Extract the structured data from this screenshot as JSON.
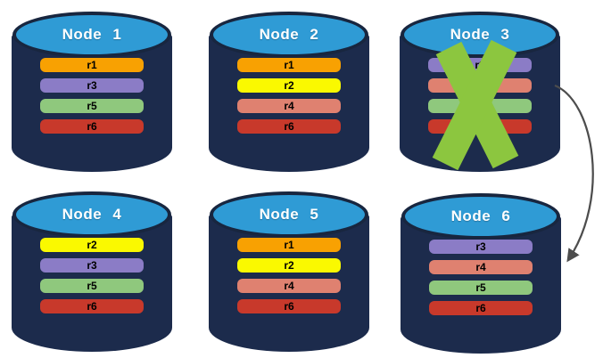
{
  "styles": {
    "canvas_bg": "#FFFFFF",
    "cylinder_body_color": "#1C2B4C",
    "cylinder_top_color": "#2F9BD5",
    "cylinder_top_border_color": "#18263F",
    "failure_x_color": "#8CC63F",
    "arrow_color": "#4D4D4D",
    "bar_text_color": "#000000",
    "title_text_color": "#FFFFFF"
  },
  "replica_colors": {
    "r1": "#F8A102",
    "r2": "#FAF900",
    "r3": "#8B7CC6",
    "r4": "#DF8170",
    "r5": "#8FC87D",
    "r6": "#C8392B"
  },
  "nodes": [
    {
      "name": "Node 1",
      "replicas": [
        "r1",
        "r3",
        "r5",
        "r6"
      ],
      "failed": false
    },
    {
      "name": "Node 2",
      "replicas": [
        "r1",
        "r2",
        "r4",
        "r6"
      ],
      "failed": false
    },
    {
      "name": "Node 3",
      "replicas": [
        "r3",
        "r4",
        "r5",
        "r6"
      ],
      "failed": true
    },
    {
      "name": "Node 4",
      "replicas": [
        "r2",
        "r3",
        "r5",
        "r6"
      ],
      "failed": false
    },
    {
      "name": "Node 5",
      "replicas": [
        "r1",
        "r2",
        "r4",
        "r6"
      ],
      "failed": false
    },
    {
      "name": "Node 6",
      "replicas": [
        "r3",
        "r4",
        "r5",
        "r6"
      ],
      "failed": false
    }
  ],
  "arrow": {
    "from": "Node 3",
    "to": "Node 6"
  }
}
